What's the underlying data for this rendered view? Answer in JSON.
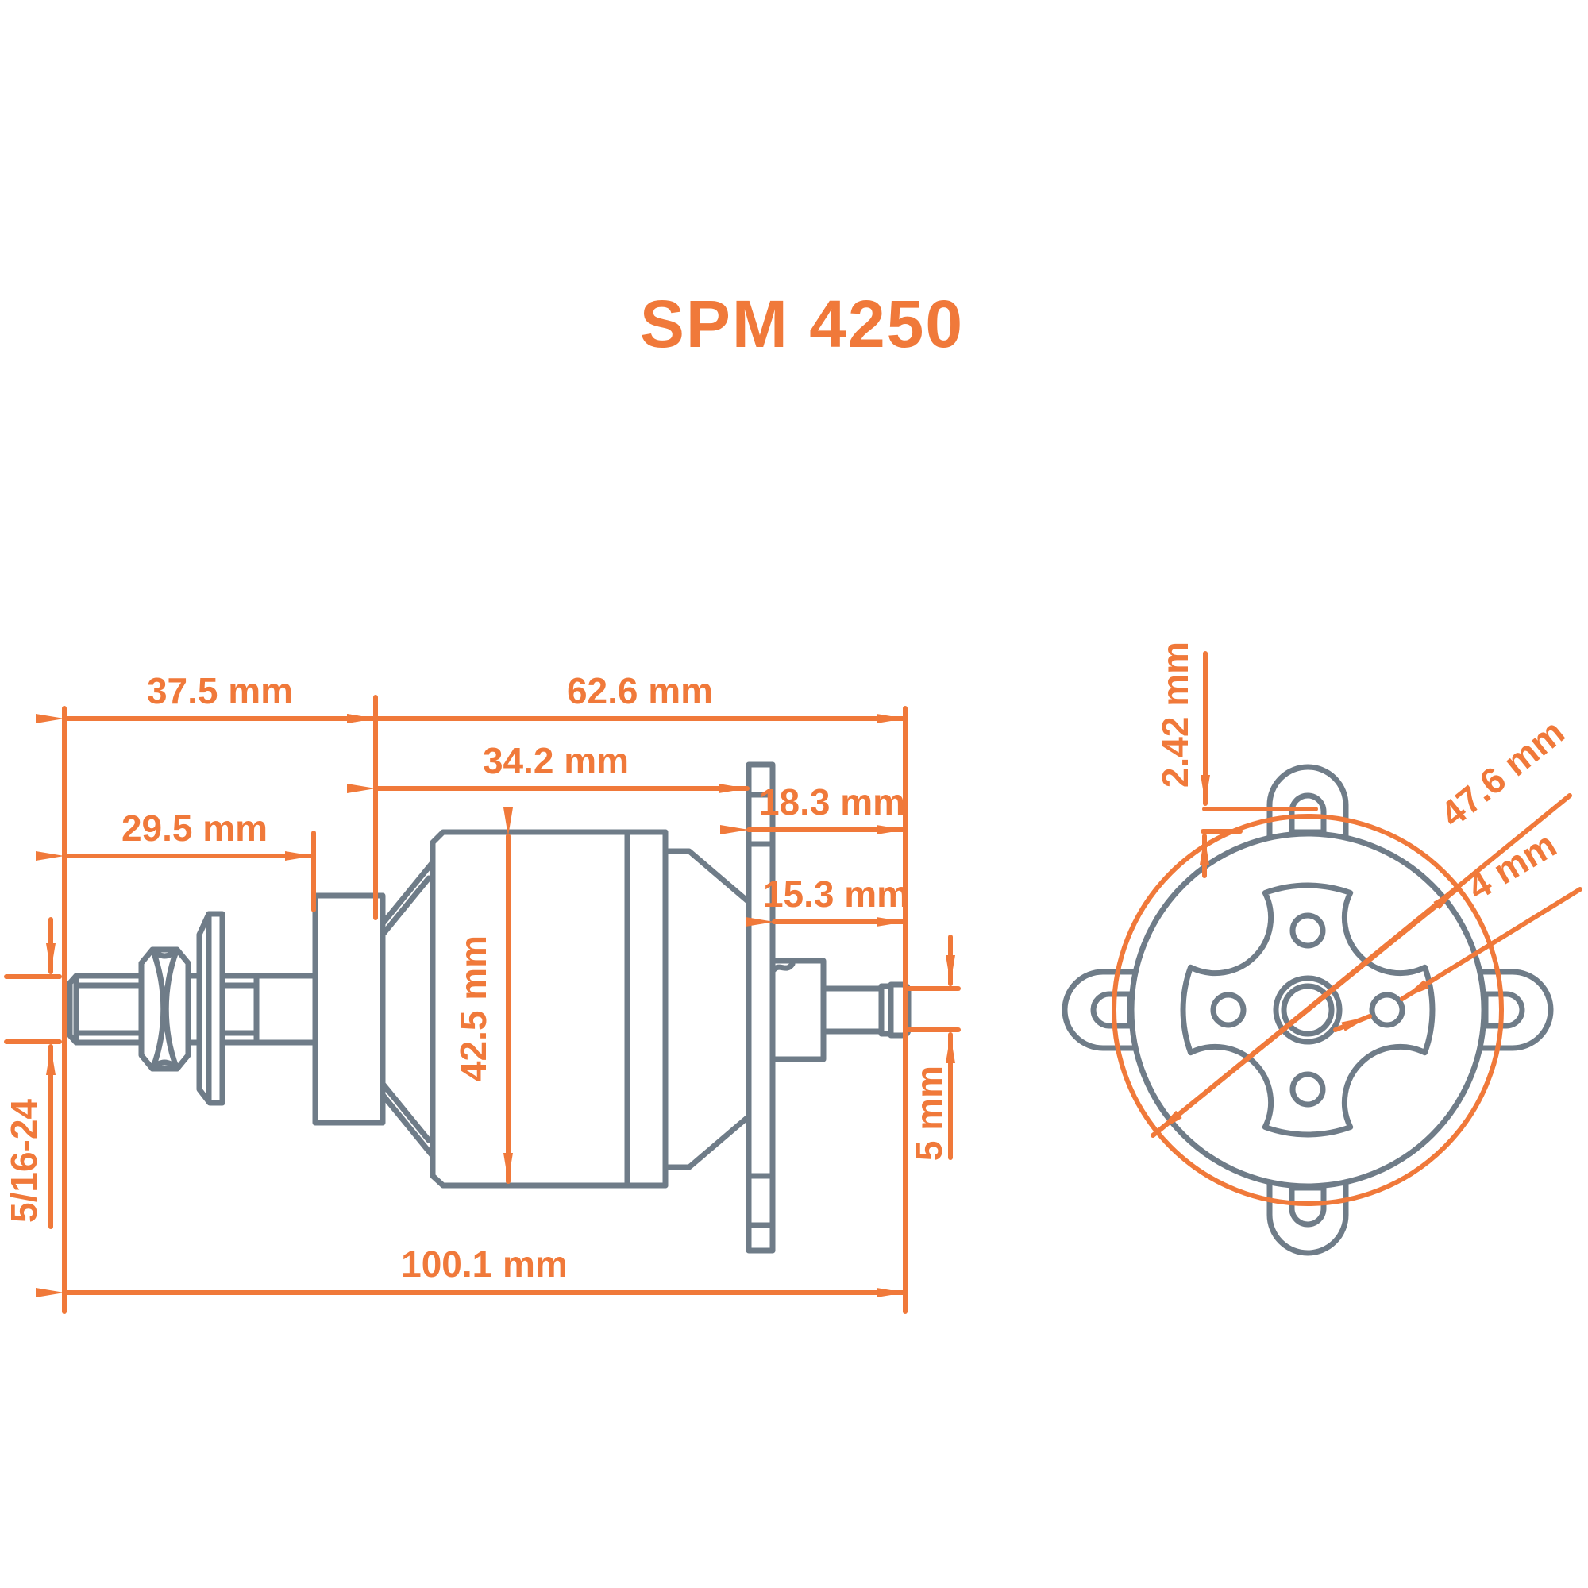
{
  "title": "SPM 4250",
  "colors": {
    "accent": "#F0793A",
    "line": "#6F7C88",
    "background": "#FFFFFF"
  },
  "labels": {
    "len_front": "37.5 mm",
    "len_rear": "62.6 mm",
    "len_bell": "34.2 mm",
    "len_shaft_front": "29.5 mm",
    "len_rear_mount": "18.3 mm",
    "len_rear_boss": "15.3 mm",
    "dia_can": "42.5 mm",
    "len_total": "100.1 mm",
    "thread_spec": "5/16-24",
    "dia_rear_shaft": "5 mm",
    "slot_offset": "2.42 mm",
    "dia_mount_circle": "47.6 mm",
    "dia_mount_hole": "4 mm"
  }
}
